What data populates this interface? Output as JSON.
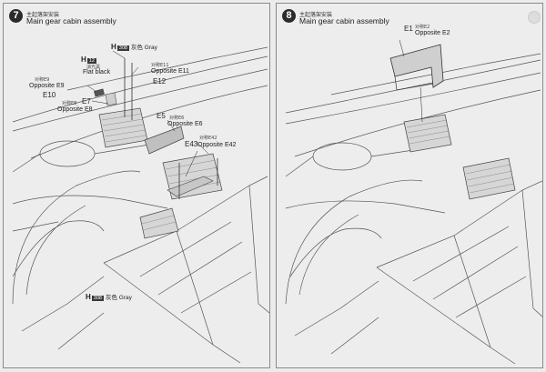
{
  "steps": [
    {
      "number": "7",
      "title_cn": "主起落架安装",
      "title_en": "Main gear cabin assembly",
      "paints": [
        {
          "letter": "H",
          "code": "308",
          "cn": "灰色",
          "name": "Gray"
        },
        {
          "letter": "H",
          "code": "12",
          "cn": "消光黑",
          "name": "Flat black"
        },
        {
          "letter": "H",
          "code": "308",
          "cn": "灰色",
          "name": "Gray"
        }
      ],
      "parts": {
        "e11_cn": "对称E11",
        "e11_text": "Opposite E11",
        "e12": "E12",
        "e9_cn": "对称E9",
        "e9_text": "Opposite E9",
        "e10": "E10",
        "e8_cn": "对称E8",
        "e7": "E7",
        "e8_text": "Opposite E8",
        "e5": "E5",
        "e6_cn": "对称E6",
        "e6_text": "Opposite E6",
        "e42_cn": "对称E42",
        "e43": "E43",
        "e42_text": "Opposite E42"
      }
    },
    {
      "number": "8",
      "title_cn": "主起落架安装",
      "title_en": "Main gear cabin assembly",
      "parts": {
        "e1": "E1",
        "e2_cn": "对称E2",
        "e2_text": "Opposite E2"
      }
    }
  ]
}
